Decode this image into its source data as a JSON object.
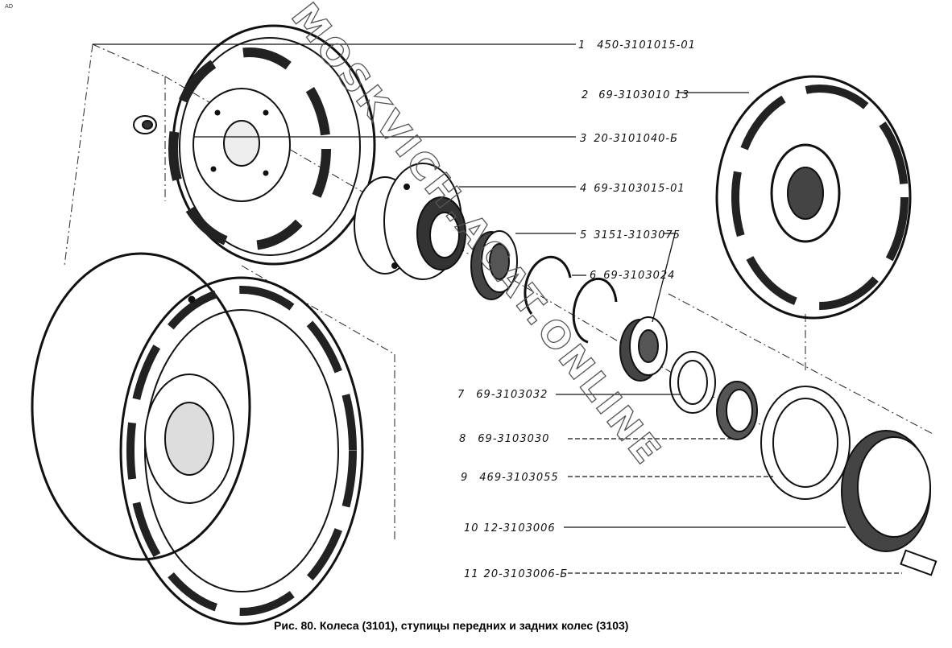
{
  "corner_mark": "AD",
  "callouts": [
    {
      "num": "1",
      "part": "450-3101015-01"
    },
    {
      "num": "2",
      "part": "69-3103010 13"
    },
    {
      "num": "3",
      "part": "20-3101040-Б"
    },
    {
      "num": "4",
      "part": "69-3103015-01"
    },
    {
      "num": "5",
      "part": "3151-3103075"
    },
    {
      "num": "6",
      "part": "69-3103024"
    },
    {
      "num": "7",
      "part": "69-3103032"
    },
    {
      "num": "8",
      "part": "69-3103030"
    },
    {
      "num": "9",
      "part": "469-3103055"
    },
    {
      "num": "10",
      "part": "12-3103006"
    },
    {
      "num": "11",
      "part": "20-3103006-Б"
    }
  ],
  "caption": "Рис. 80. Колеса (3101), ступицы передних и задних колес (3103)",
  "watermark": "MOSKVICH.ACAT.ONLINE"
}
